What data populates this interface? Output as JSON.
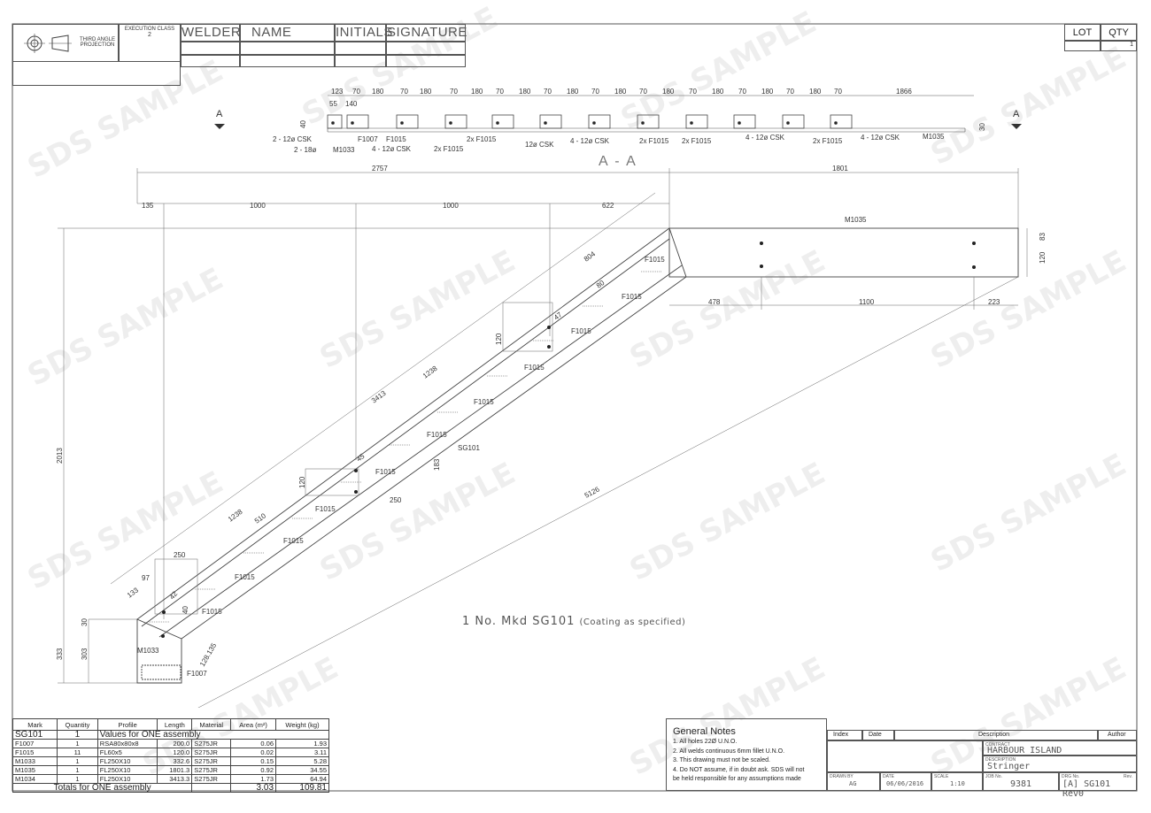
{
  "title_block": {
    "projection_label": "THIRD ANGLE PROJECTION",
    "execution_class_label": "EXECUTION CLASS",
    "execution_class_value": "2",
    "col_welder": "WELDER",
    "col_name": "NAME",
    "col_initials": "INITIALS",
    "col_signature": "SIGNATURE"
  },
  "lot_qty": {
    "lot_label": "LOT",
    "qty_label": "QTY",
    "lot_value": "",
    "qty_value": "1"
  },
  "section_view": {
    "label": "A - A",
    "cut_marker": "A",
    "top_dims": [
      "123",
      "70",
      "180",
      "70",
      "180",
      "70",
      "180",
      "70",
      "180",
      "70",
      "180",
      "70",
      "180",
      "70",
      "180",
      "70",
      "180",
      "70",
      "180",
      "70",
      "180",
      "70",
      "1866"
    ],
    "sub_dims": [
      "55",
      "140"
    ],
    "side_dims": [
      "40",
      "30"
    ],
    "callouts": [
      "2 - 12ø CSK",
      "2 - 18ø",
      "M1033",
      "F1007",
      "F1015",
      "4 - 12ø CSK",
      "2x F1015",
      "2x F1015",
      "12ø CSK",
      "4 - 12ø CSK",
      "2x F1015",
      "2x F1015",
      "4 - 12ø CSK",
      "2x F1015",
      "4 - 12ø CSK",
      "M1035"
    ]
  },
  "elevation": {
    "overall_dims": [
      "2757",
      "1801"
    ],
    "hole_dims": [
      "135",
      "1000",
      "1000",
      "622"
    ],
    "length_dims": [
      "804",
      "3413",
      "1238",
      "1238",
      "510",
      "5126"
    ],
    "detail_dims": [
      "80",
      "47",
      "120",
      "183",
      "250",
      "120",
      "45",
      "250",
      "97",
      "133",
      "42",
      "40",
      "30",
      "303",
      "333",
      "2013",
      "128.135"
    ],
    "right_dims": [
      "478",
      "1100",
      "223",
      "83",
      "120"
    ],
    "marks": [
      "M1035",
      "F1015",
      "F1015",
      "F1015",
      "F1015",
      "F1015",
      "F1015",
      "SG101",
      "F1015",
      "F1015",
      "F1015",
      "F1015",
      "F1015",
      "M1033",
      "F1007"
    ]
  },
  "caption": {
    "main": "1 No. Mkd SG101",
    "note": "(Coating as specified)"
  },
  "watermark": "SDS SAMPLE",
  "parts_table": {
    "headers": [
      "Mark",
      "Quantity",
      "Profile",
      "Length",
      "Material",
      "Area (m²)",
      "Weight (kg)"
    ],
    "assembly_mark": "SG101",
    "assembly_qty": "1",
    "assembly_note": "Values for ONE assembly",
    "rows": [
      [
        "F1007",
        "1",
        "RSA80x80x8",
        "200.0",
        "S275JR",
        "0.06",
        "1.93"
      ],
      [
        "F1015",
        "11",
        "FL60x5",
        "120.0",
        "S275JR",
        "0.02",
        "3.11"
      ],
      [
        "M1033",
        "1",
        "FL250X10",
        "332.6",
        "S275JR",
        "0.15",
        "5.28"
      ],
      [
        "M1035",
        "1",
        "FL250X10",
        "1801.3",
        "S275JR",
        "0.92",
        "34.55"
      ],
      [
        "M1034",
        "1",
        "FL250X10",
        "3413.3",
        "S275JR",
        "1.73",
        "64.94"
      ]
    ],
    "totals_label": "Totals for ONE assembly",
    "total_area": "3.03",
    "total_weight": "109.81"
  },
  "general_notes": {
    "title": "General Notes",
    "items": [
      "1. All holes 22Ø U.N.O.",
      "2.  All welds continuous 6mm fillet U.N.O.",
      "3.  This drawing must not be scaled.",
      "4. Do NOT assume, if in doubt ask. SDS will not",
      "be held responsible for any assumptions made"
    ]
  },
  "info_block": {
    "index_label": "Index",
    "date_label": "Date",
    "description_label": "Description",
    "author_label": "Author",
    "contract_label": "CONTRACT",
    "contract_value": "HARBOUR ISLAND",
    "description_field_label": "DESCRIPTION",
    "description_value": "Stringer",
    "drawn_by_label": "DRAWN BY",
    "drawn_by_value": "AG",
    "date_field_label": "DATE",
    "date_value": "06/06/2016",
    "scale_label": "SCALE",
    "scale_value": "1:10",
    "job_label": "JOB No.",
    "job_value": "9381",
    "drg_label": "DRG No.",
    "drg_value": "[A] SG101 Rev0",
    "rev_label": "Rev."
  }
}
